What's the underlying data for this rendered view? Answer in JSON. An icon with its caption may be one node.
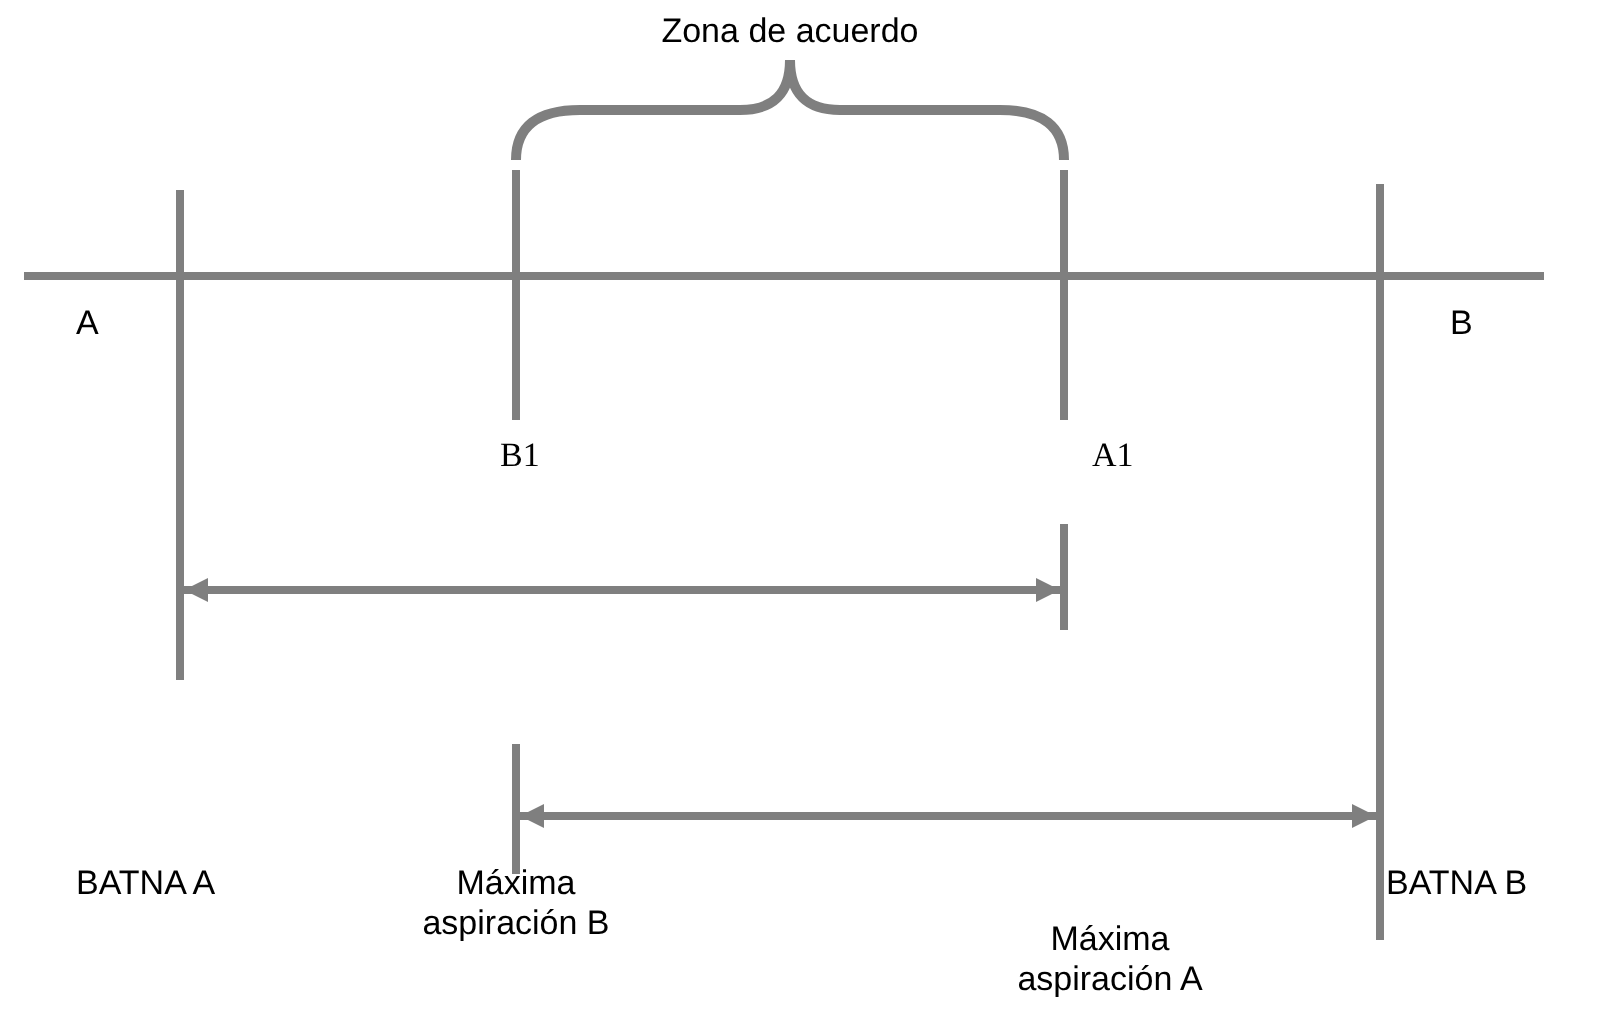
{
  "diagram": {
    "nodes": [
      {
        "text": [],
        "shape": "bar"
      },
      {
        "text": [],
        "shape": "bar",
        "beside": [
          "B1"
        ]
      },
      {
        "text": [],
        "shape": "bar",
        "beside": [
          "A1"
        ]
      },
      {
        "text": [],
        "shape": "bar",
        "beside": [
          "BATNA B"
        ]
      },
      {
        "text": [],
        "shape": "bar"
      },
      {
        "text": [],
        "shape": "bar",
        "beside": [
          "Máxima aspiración B"
        ]
      }
    ],
    "edges": [
      {
        "from": 0,
        "to": 4,
        "arrow": "both"
      },
      {
        "from": 5,
        "to": 3,
        "arrow": "both"
      }
    ],
    "labels": [
      "Zona de acuerdo",
      "A",
      "B",
      "BATNA A",
      "Máxima aspiración A"
    ]
  }
}
